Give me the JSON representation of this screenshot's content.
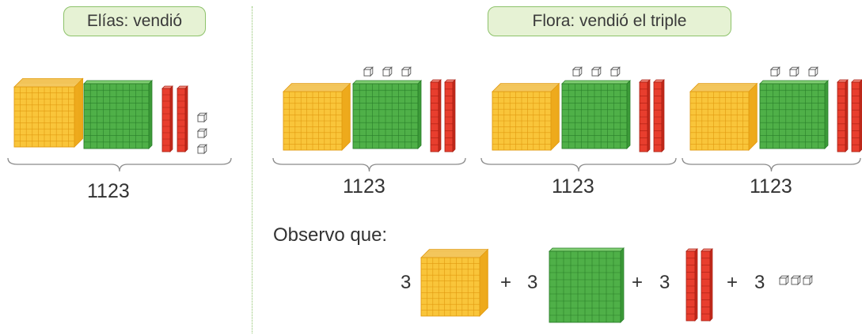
{
  "left": {
    "title": "Elías: vendió",
    "total": "1123"
  },
  "right": {
    "title": "Flora: vendió el triple",
    "groups": [
      {
        "total": "1123"
      },
      {
        "total": "1123"
      },
      {
        "total": "1123"
      }
    ]
  },
  "observation": {
    "label": "Observo que:",
    "terms": [
      {
        "coefficient": "3",
        "block": "cube"
      },
      {
        "operator": "+",
        "coefficient": "3",
        "block": "flat"
      },
      {
        "operator": "+",
        "coefficient": "3",
        "block": "rod"
      },
      {
        "operator": "+",
        "coefficient": "3",
        "block": "unit"
      }
    ]
  },
  "colors": {
    "cube": "#f9c53a",
    "cube_edge": "#e29a10",
    "flat": "#4fb048",
    "flat_edge": "#2a7f2a",
    "rod": "#e83e2e",
    "rod_edge": "#a71e12",
    "label_bg": "#e6f2d4",
    "label_border": "#8dc26a"
  }
}
